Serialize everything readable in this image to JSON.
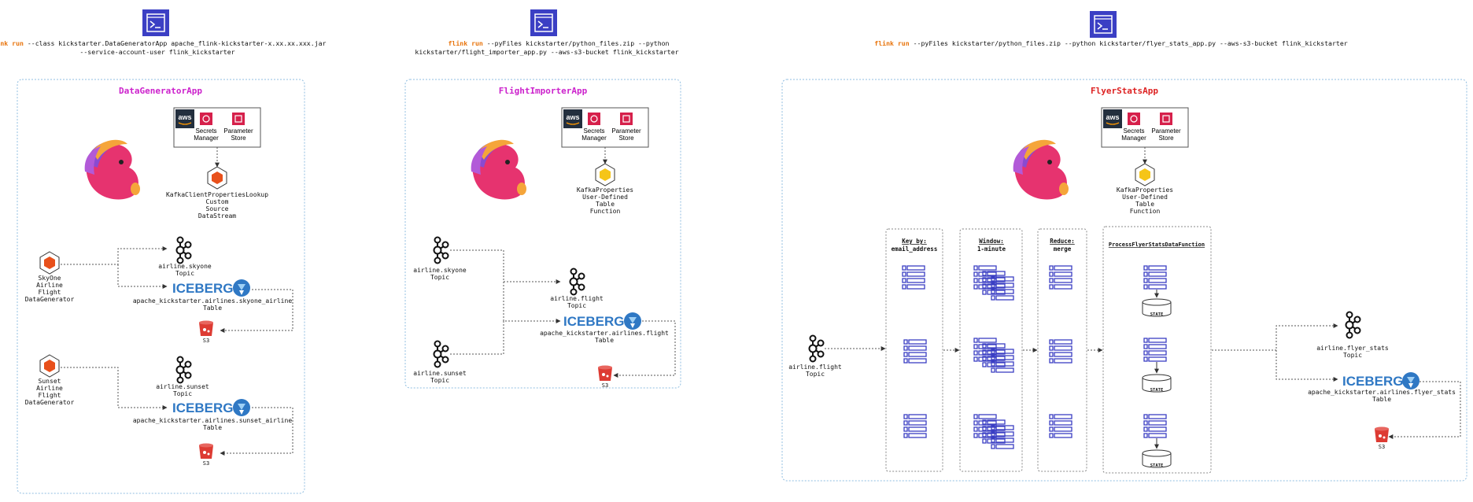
{
  "colors": {
    "terminal": "#3b3fc4",
    "flink_run": "#e8740c",
    "box_border": "#8fbde0",
    "title_magenta": "#cc22cc",
    "title_red": "#dd2222",
    "iceberg_blue": "#2f78c4",
    "s3_red": "#dd3b33",
    "table_icon": "#3b3fc4",
    "aws_dark": "#232f3e",
    "aws_red": "#d6204b",
    "hex_orange": "#e8501b",
    "hex_yellow": "#f5c518",
    "squirrel_pink": "#e6336f",
    "squirrel_purple": "#8a4ad1",
    "squirrel_orange": "#f5a53a"
  },
  "commands": [
    {
      "flink": "flink run",
      "line1": " --class kickstarter.DataGeneratorApp apache_flink-kickstarter-x.xx.xx.xxx.jar",
      "line2": "--service-account-user flink_kickstarter"
    },
    {
      "flink": "flink run",
      "line1": " --pyFiles kickstarter/python_files.zip --python",
      "line2": "kickstarter/flight_importer_app.py --aws-s3-bucket flink_kickstarter"
    },
    {
      "flink": "flink run",
      "line1": " --pyFiles kickstarter/python_files.zip --python kickstarter/flyer_stats_app.py --aws-s3-bucket flink_kickstarter",
      "line2": ""
    }
  ],
  "aws": {
    "logo": "aws",
    "secrets1": "Secrets",
    "secrets2": "Manager",
    "param1": "Parameter",
    "param2": "Store"
  },
  "iceberg": "ICEBERG",
  "s3": "S3",
  "state": "STATE",
  "app1": {
    "title": "DataGeneratorApp",
    "source": [
      "KafkaClientPropertiesLookup",
      "Custom",
      "Source",
      "DataStream"
    ],
    "gen1": [
      "SkyOne",
      "Airline",
      "Flight",
      "DataGenerator"
    ],
    "gen2": [
      "Sunset",
      "Airline",
      "Flight",
      "DataGenerator"
    ],
    "topic1": [
      "airline.skyone",
      "Topic"
    ],
    "table1": [
      "apache_kickstarter.airlines.skyone_airline",
      "Table"
    ],
    "topic2": [
      "airline.sunset",
      "Topic"
    ],
    "table2": [
      "apache_kickstarter.airlines.sunset_airline",
      "Table"
    ]
  },
  "app2": {
    "title": "FlightImporterApp",
    "source": [
      "KafkaProperties",
      "User-Defined",
      "Table",
      "Function"
    ],
    "topic_in1": [
      "airline.skyone",
      "Topic"
    ],
    "topic_in2": [
      "airline.sunset",
      "Topic"
    ],
    "topic_out": [
      "airline.flight",
      "Topic"
    ],
    "table_out": [
      "apache_kickstarter.airlines.flight",
      "Table"
    ]
  },
  "app3": {
    "title": "FlyerStatsApp",
    "source": [
      "KafkaProperties",
      "User-Defined",
      "Table",
      "Function"
    ],
    "topic_in": [
      "airline.flight",
      "Topic"
    ],
    "keyby": [
      "Key by:",
      "email_address"
    ],
    "window": [
      "Window:",
      "1-minute"
    ],
    "reduce": [
      "Reduce:",
      "merge"
    ],
    "process": "ProcessFlyerStatsDataFunction",
    "topic_out": [
      "airline.flyer_stats",
      "Topic"
    ],
    "table_out": [
      "apache_kickstarter.airlines.flyer_stats",
      "Table"
    ]
  }
}
